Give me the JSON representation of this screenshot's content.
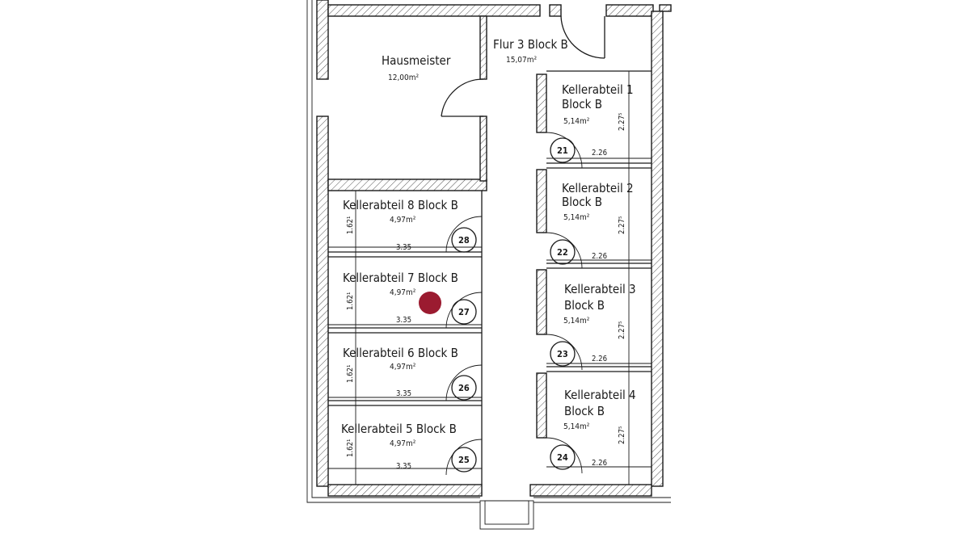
{
  "plan": {
    "hausmeister": {
      "name": "Hausmeister",
      "area": "12,00m²"
    },
    "flur": {
      "name": "Flur 3 Block B",
      "area": "15,07m²"
    },
    "right_rooms": [
      {
        "line1": "Kellerabteil 1",
        "line2": "Block B",
        "area": "5,14m²",
        "width": "2.26",
        "depth": "2.27⁵",
        "number": "21"
      },
      {
        "line1": "Kellerabteil 2",
        "line2": "Block B",
        "area": "5,14m²",
        "width": "2.26",
        "depth": "2.27⁵",
        "number": "22"
      },
      {
        "line1": "Kellerabteil 3",
        "line2": "Block B",
        "area": "5,14m²",
        "width": "2.26",
        "depth": "2.27⁵",
        "number": "23"
      },
      {
        "line1": "Kellerabteil 4",
        "line2": "Block B",
        "area": "5,14m²",
        "width": "2.26",
        "depth": "2.27⁵",
        "number": "24"
      }
    ],
    "left_rooms": [
      {
        "name": "Kellerabteil 8 Block B",
        "area": "4,97m²",
        "width": "3.35",
        "depth": "1.62¹",
        "number": "28"
      },
      {
        "name": "Kellerabteil 7 Block B",
        "area": "4,97m²",
        "width": "3.35",
        "depth": "1.62¹",
        "number": "27"
      },
      {
        "name": "Kellerabteil 6 Block B",
        "area": "4,97m²",
        "width": "3.35",
        "depth": "1.62¹",
        "number": "26"
      },
      {
        "name": "Kellerabteil 5 Block B",
        "area": "4,97m²",
        "width": "3.35",
        "depth": "1.62¹",
        "number": "25"
      }
    ],
    "marker_color": "#9b1b30",
    "wall_hatch_color": "#555555"
  }
}
